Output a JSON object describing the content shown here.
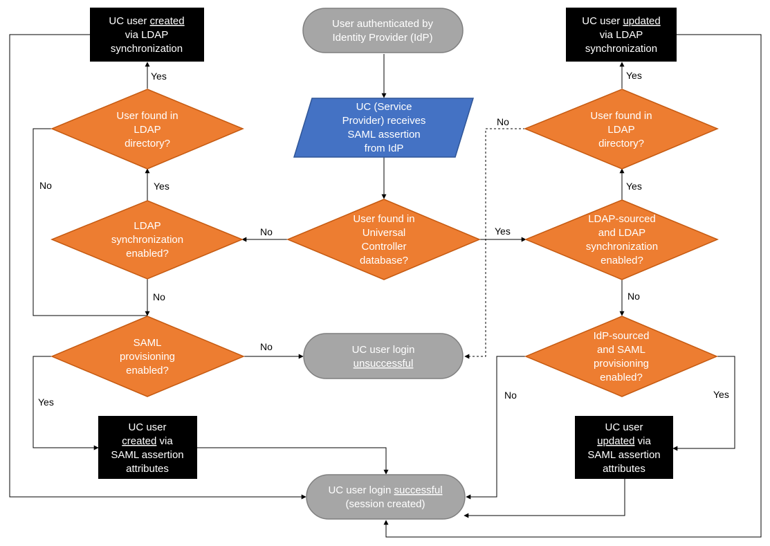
{
  "colors": {
    "terminal_fill": "#a6a6a6",
    "terminal_stroke": "#7f7f7f",
    "io_fill": "#4472c4",
    "io_stroke": "#2f5597",
    "decision_fill": "#ed7d31",
    "decision_stroke": "#c55a11",
    "process_fill": "#000000",
    "line": "#000000",
    "light_text": "#ffffff"
  },
  "nodes": {
    "start": {
      "lines": [
        [
          "User authenticated by"
        ],
        [
          "Identity Provider (IdP)"
        ]
      ]
    },
    "saml_received": {
      "lines": [
        [
          "UC (Service"
        ],
        [
          "Provider) receives"
        ],
        [
          "SAML assertion"
        ],
        [
          "from IdP"
        ]
      ]
    },
    "found_in_db": {
      "lines": [
        [
          "User found in"
        ],
        [
          "Universal"
        ],
        [
          "Controller"
        ],
        [
          "database?"
        ]
      ]
    },
    "ldap_sync_enabled_left": {
      "lines": [
        [
          "LDAP"
        ],
        [
          "synchronization"
        ],
        [
          "enabled?"
        ]
      ]
    },
    "found_in_ldap_left": {
      "lines": [
        [
          "User found in"
        ],
        [
          "LDAP"
        ],
        [
          "directory?"
        ]
      ]
    },
    "created_via_ldap": {
      "lines": [
        [
          "UC user ",
          "created"
        ],
        [
          "via LDAP"
        ],
        [
          "synchronization"
        ]
      ]
    },
    "saml_prov_left": {
      "lines": [
        [
          "SAML"
        ],
        [
          "provisioning"
        ],
        [
          "enabled?"
        ]
      ]
    },
    "login_unsuccessful": {
      "lines": [
        [
          "UC user login"
        ],
        [
          "",
          "unsuccessful"
        ]
      ]
    },
    "created_via_saml": {
      "lines": [
        [
          "UC user"
        ],
        [
          "",
          "created",
          " via"
        ],
        [
          "SAML assertion"
        ],
        [
          "attributes"
        ]
      ]
    },
    "login_successful": {
      "lines": [
        [
          "UC user login ",
          "successful"
        ],
        [
          "(session created)"
        ]
      ]
    },
    "ldap_sourced_right": {
      "lines": [
        [
          "LDAP-sourced"
        ],
        [
          "and LDAP"
        ],
        [
          "synchronization"
        ],
        [
          "enabled?"
        ]
      ]
    },
    "found_in_ldap_right": {
      "lines": [
        [
          "User found in"
        ],
        [
          "LDAP"
        ],
        [
          "directory?"
        ]
      ]
    },
    "updated_via_ldap": {
      "lines": [
        [
          "UC user ",
          "updated"
        ],
        [
          "via LDAP"
        ],
        [
          "synchronization"
        ]
      ]
    },
    "idp_sourced_right": {
      "lines": [
        [
          "IdP-sourced"
        ],
        [
          "and SAML"
        ],
        [
          "provisioning"
        ],
        [
          "enabled?"
        ]
      ]
    },
    "updated_via_saml": {
      "lines": [
        [
          "UC user"
        ],
        [
          "",
          "updated",
          " via"
        ],
        [
          "SAML assertion"
        ],
        [
          "attributes"
        ]
      ]
    }
  },
  "edges": {
    "db_no": "No",
    "db_yes": "Yes",
    "ldap_sync_left_yes": "Yes",
    "ldap_sync_left_no": "No",
    "ldap_found_left_yes": "Yes",
    "ldap_found_left_no": "No",
    "saml_left_no": "No",
    "saml_left_yes": "Yes",
    "ldap_sourced_yes": "Yes",
    "ldap_sourced_no": "No",
    "ldap_found_right_yes": "Yes",
    "ldap_found_right_no": "No",
    "idp_sourced_no": "No",
    "idp_sourced_yes": "Yes"
  }
}
